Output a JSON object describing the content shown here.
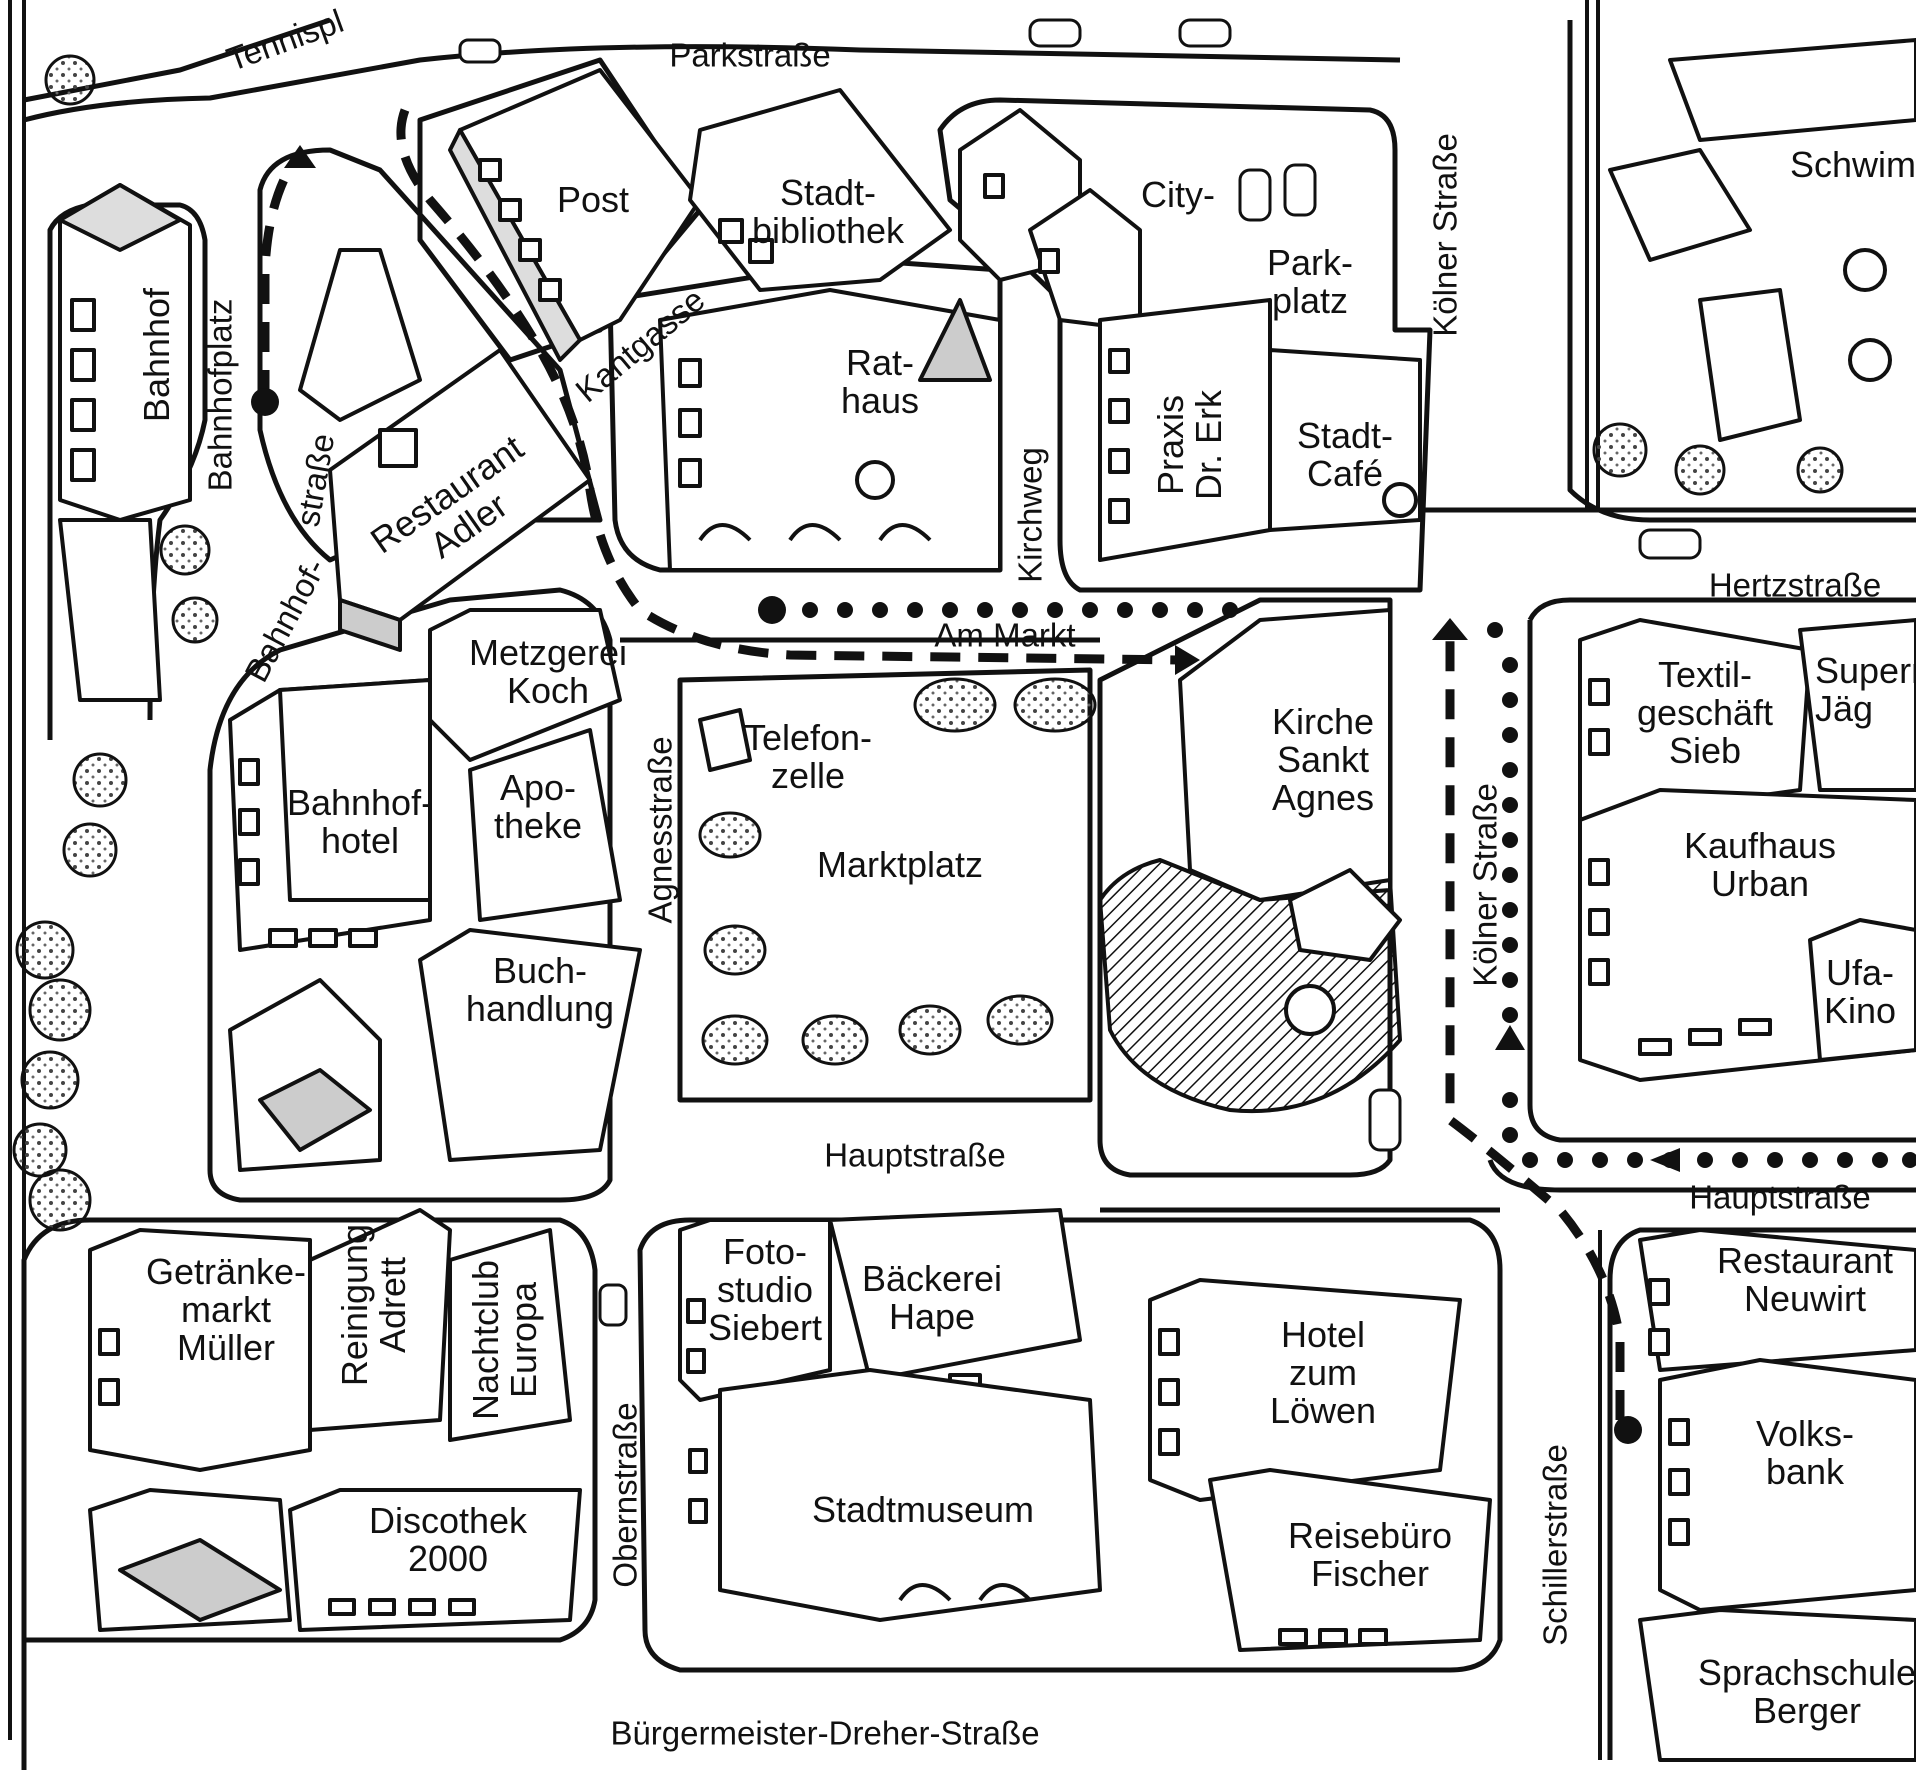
{
  "map": {
    "colors": {
      "ink": "#111111",
      "paper": "#ffffff",
      "roof_shade": "#bdbdbd",
      "tree": "#6f6f6f"
    },
    "streets": {
      "parkstrasse": "Parkstraße",
      "tennisplatz_partial": "Tennispl",
      "bahnhofplatz": "Bahnhofplatz",
      "bahnhofstrasse_part1": "Bahnhof-",
      "bahnhofstrasse_part2": "straße",
      "kantgasse": "Kantgasse",
      "kirchweg": "Kirchweg",
      "koelner_strasse_north": "Kölner Straße",
      "koelner_strasse_south": "Kölner Straße",
      "hertzstrasse": "Hertzstraße",
      "am_markt": "Am Markt",
      "agnesstrasse": "Agnesstraße",
      "hauptstrasse_west": "Hauptstraße",
      "hauptstrasse_east": "Hauptstraße",
      "obernstrasse": "Obernstraße",
      "schillerstrasse": "Schillerstraße",
      "buergermeister": "Bürgermeister-Dreher-Straße"
    },
    "places": {
      "post": "Post",
      "stadtbibliothek": "Stadt-\nbibliothek",
      "city_parkplatz_1": "City-",
      "city_parkplatz_2": "Park-\nplatz",
      "schwimmbad_partial": "Schwim",
      "bahnhof": "Bahnhof",
      "rathaus": "Rat-\nhaus",
      "praxis": "Praxis\nDr. Erk",
      "stadtcafe": "Stadt-\nCafé",
      "restaurant_adler": "Restaurant\nAdler",
      "metzgerei": "Metzgerei\nKoch",
      "telefonzelle": "Telefon-\nzelle",
      "kirche": "Kirche\nSankt\nAgnes",
      "textil": "Textil-\ngeschäft\nSieb",
      "supermarkt_partial": "Superm\nJäg",
      "bahnhofhotel": "Bahnhof-\nhotel",
      "apotheke": "Apo-\ntheke",
      "marktplatz": "Marktplatz",
      "kaufhaus": "Kaufhaus\nUrban",
      "buchhandlung": "Buch-\nhandlung",
      "ufa_kino": "Ufa-\nKino",
      "getraenkemarkt": "Getränke-\nmarkt\nMüller",
      "reinigung": "Reinigung\nAdrett",
      "nachtclub": "Nachtclub\nEuropa",
      "fotostudio": "Foto-\nstudio\nSiebert",
      "baeckerei": "Bäckerei\nHape",
      "restaurant_neuwirt": "Restaurant\nNeuwirt",
      "hotel_loewen": "Hotel\nzum\nLöwen",
      "volksbank": "Volks-\nbank",
      "discothek": "Discothek\n2000",
      "stadtmuseum": "Stadtmuseum",
      "reisebuero": "Reisebüro\nFischer",
      "sprachschule": "Sprachschule\nBerger"
    },
    "routes": [
      {
        "style": "dashed",
        "note_visible": false
      },
      {
        "style": "dotted",
        "note_visible": false
      }
    ]
  }
}
